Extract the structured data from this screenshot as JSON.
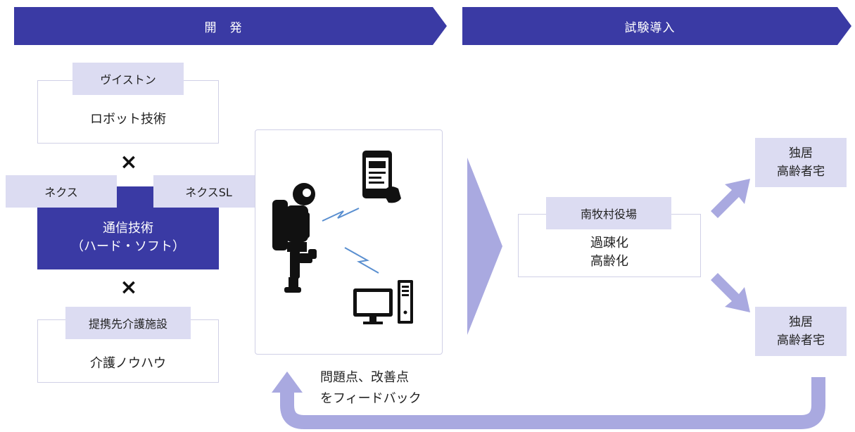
{
  "header": {
    "dev_label": "開　発",
    "trial_label": "試験導入"
  },
  "development": {
    "vstone_tag": "ヴイストン",
    "robot_tech": "ロボット技術",
    "cross1": "×",
    "nexus_tag": "ネクス",
    "nexus_sl_tag": "ネクスSL",
    "comm_line1": "通信技術",
    "comm_line2": "（ハード・ソフト）",
    "cross2": "×",
    "partner_tag": "提携先介護施設",
    "care_knowhow": "介護ノウハウ"
  },
  "trial": {
    "village_tag": "南牧村役場",
    "village_line1": "過疎化",
    "village_line2": "高齢化",
    "home1_line1": "独居",
    "home1_line2": "高齢者宅",
    "home2_line1": "独居",
    "home2_line2": "高齢者宅"
  },
  "feedback": {
    "line1": "問題点、改善点",
    "line2": "をフィードバック"
  },
  "icons": [
    "robot-icon",
    "smartphone-icon",
    "computer-icon",
    "signal-icon"
  ],
  "colors": {
    "banner": "#3a3aa4",
    "tag": "#dcdcf2",
    "arrow": "#a9a9e0"
  }
}
